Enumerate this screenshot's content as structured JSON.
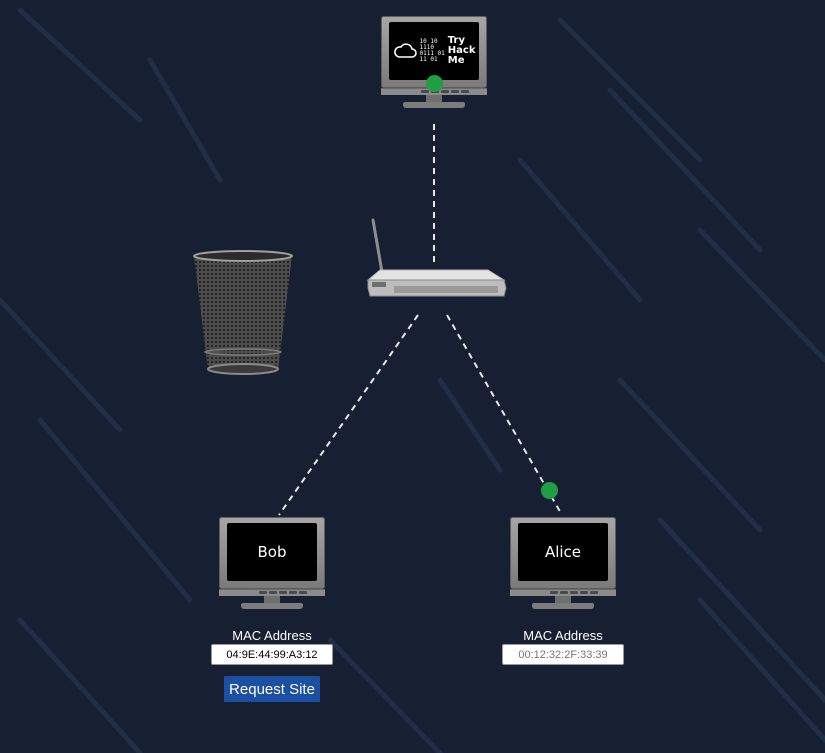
{
  "nodes": {
    "server": {
      "logo_digits": [
        "10 10",
        "1110",
        "0111 01",
        "11 01"
      ],
      "logo_words": [
        "Try",
        "Hack",
        "Me"
      ]
    },
    "bob": {
      "name": "Bob",
      "mac_label": "MAC Address",
      "mac_value": "04:9E:44:99:A3:12"
    },
    "alice": {
      "name": "Alice",
      "mac_label": "MAC Address",
      "mac_value": "00:12:32:2F:33:39"
    }
  },
  "actions": {
    "request_label": "Request Site"
  },
  "colors": {
    "background": "#172033",
    "link": "#e8e8e8",
    "active_dot": "#1f9e44",
    "button": "#1b4fa2"
  },
  "icons": {
    "router": "router-icon",
    "trash": "trash-bin-icon",
    "computer": "monitor-icon"
  }
}
